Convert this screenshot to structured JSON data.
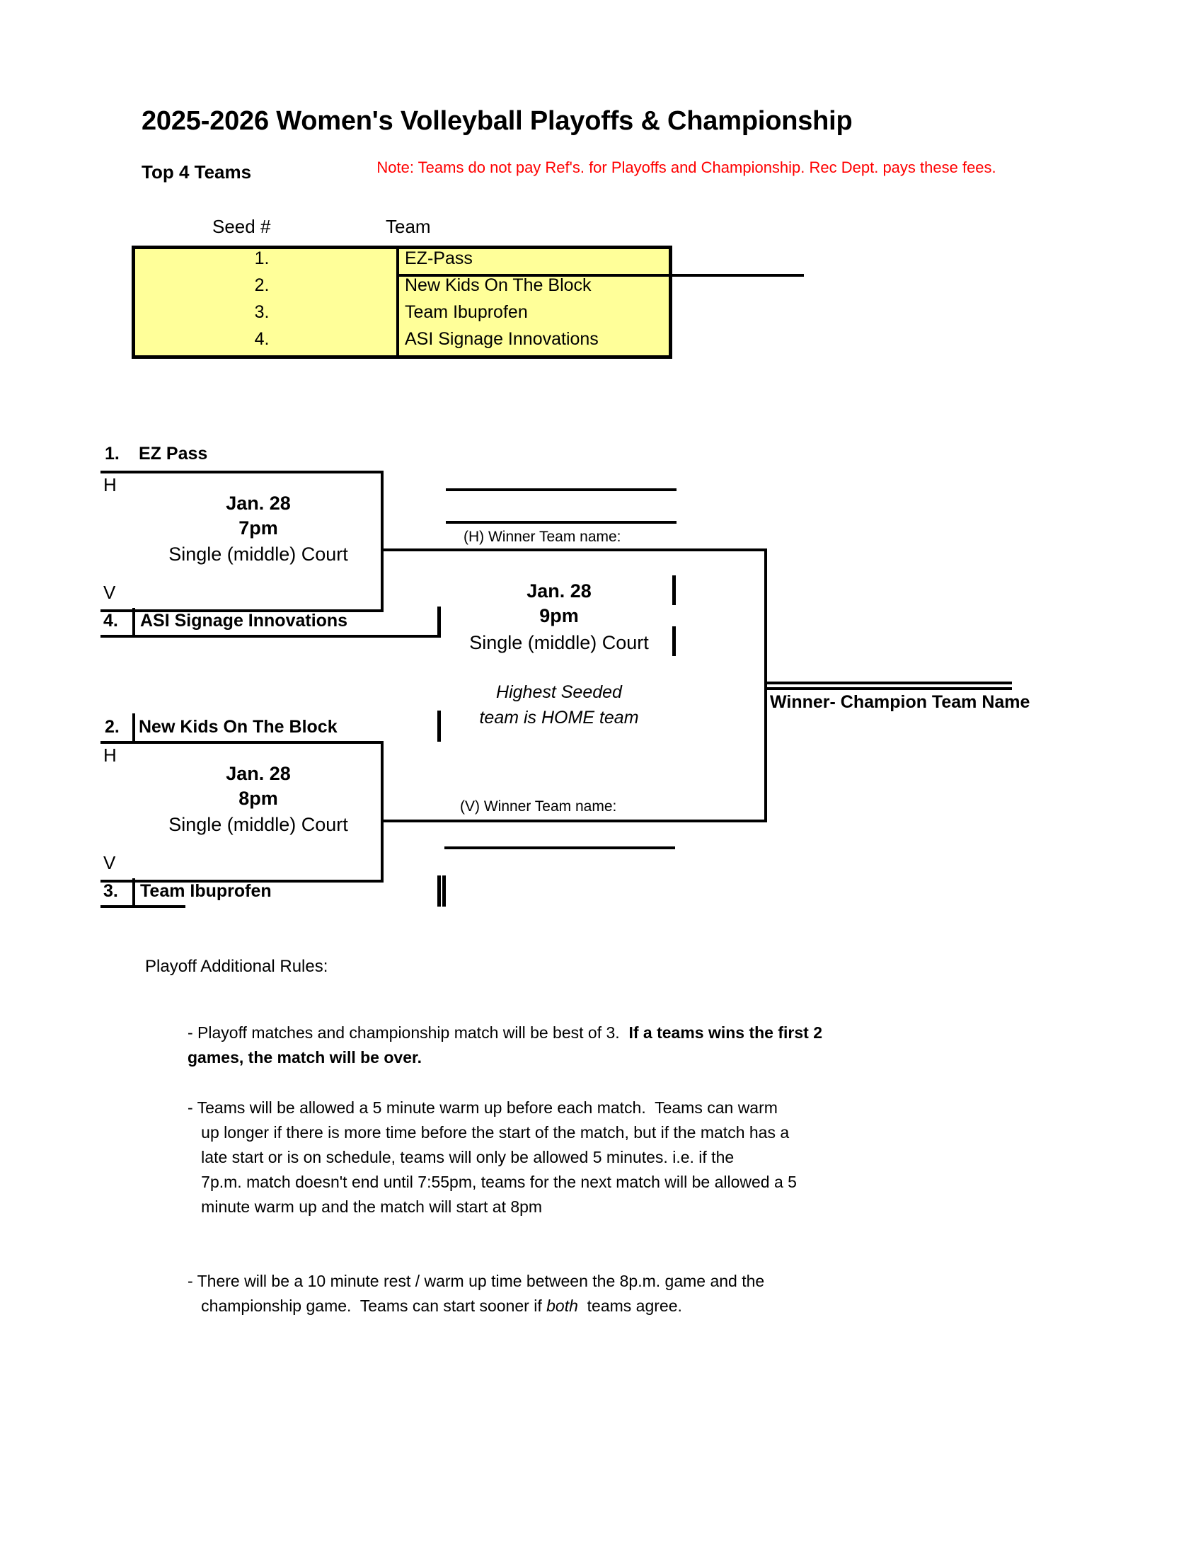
{
  "document": {
    "title": "2025-2026 Women's Volleyball Playoffs & Championship",
    "top4_label": "Top 4 Teams",
    "ref_note": "Note: Teams do not pay Ref's. for Playoffs and Championship. Rec Dept. pays these fees."
  },
  "seed_table": {
    "headers": {
      "seed": "Seed #",
      "team": "Team"
    },
    "rows": [
      {
        "seed": "1.",
        "team": "EZ-Pass"
      },
      {
        "seed": "2.",
        "team": "New Kids On The Block"
      },
      {
        "seed": "3.",
        "team": "Team Ibuprofen"
      },
      {
        "seed": "4.",
        "team": "ASI Signage Innovations"
      }
    ],
    "fill_color": "#ffff99"
  },
  "bracket": {
    "semifinal_top": {
      "home_seed": "1.",
      "home_team": "EZ Pass",
      "home_tag": "H",
      "visitor_seed": "4.",
      "visitor_team": "ASI Signage Innovations",
      "visitor_tag": "V",
      "date": "Jan. 28",
      "time": "7pm",
      "court": "Single (middle) Court",
      "winner_caption": "(H) Winner Team name:"
    },
    "semifinal_bottom": {
      "home_seed": "2.",
      "home_team": "New Kids On The Block",
      "home_tag": "H",
      "visitor_seed": "3.",
      "visitor_team": "Team Ibuprofen",
      "visitor_tag": "V",
      "date": "Jan. 28",
      "time": "8pm",
      "court": "Single (middle) Court",
      "winner_caption": "(V) Winner Team name:"
    },
    "final": {
      "date": "Jan. 28",
      "time": "9pm",
      "court": "Single (middle) Court",
      "home_note_line1": "Highest Seeded",
      "home_note_line2": "team is HOME team",
      "champion_label": "Winner- Champion Team Name"
    }
  },
  "rules": {
    "title": "Playoff Additional Rules:",
    "items": [
      {
        "plain_before": "- Playoff matches and championship match will be best of 3.  ",
        "bold": "If a teams wins the first 2\ngames, the match will be over."
      },
      {
        "text": "- Teams will be allowed a 5 minute warm up before each match.  Teams can warm\n   up longer if there is more time before the start of the match, but if the match has a\n   late start or is on schedule, teams will only be allowed 5 minutes. i.e. if the\n   7p.m. match doesn't end until 7:55pm, teams for the next match will be allowed a 5\n   minute warm up and the match will start at 8pm"
      },
      {
        "plain_before": "- There will be a 10 minute rest / warm up time between the 8p.m. game and the\n   championship game.  Teams can start sooner if ",
        "italic": "both",
        "plain_after": "  teams agree."
      }
    ]
  }
}
